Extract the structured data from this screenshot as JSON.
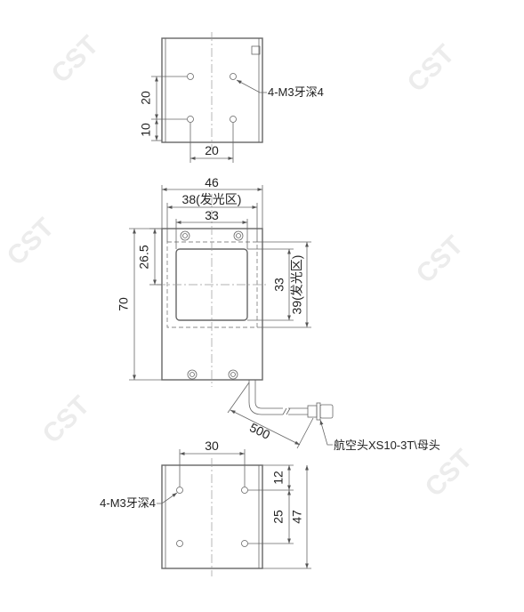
{
  "watermark": "CST",
  "top_view": {
    "dim_20_vertical": "20",
    "dim_10_vertical": "10",
    "dim_20_horizontal": "20",
    "hole_label": "4-M3牙深4"
  },
  "front_view": {
    "dim_46": "46",
    "dim_38_emit": "38(发光区)",
    "dim_33_h": "33",
    "dim_26_5": "26.5",
    "dim_70": "70",
    "dim_33_v": "33",
    "dim_39_emit": "39(发光区)",
    "cable_length": "500",
    "connector_label": "航空头XS10-3T\\母头"
  },
  "bottom_view": {
    "dim_30": "30",
    "dim_12": "12",
    "dim_25": "25",
    "dim_47": "47",
    "hole_label": "4-M3牙深4"
  }
}
